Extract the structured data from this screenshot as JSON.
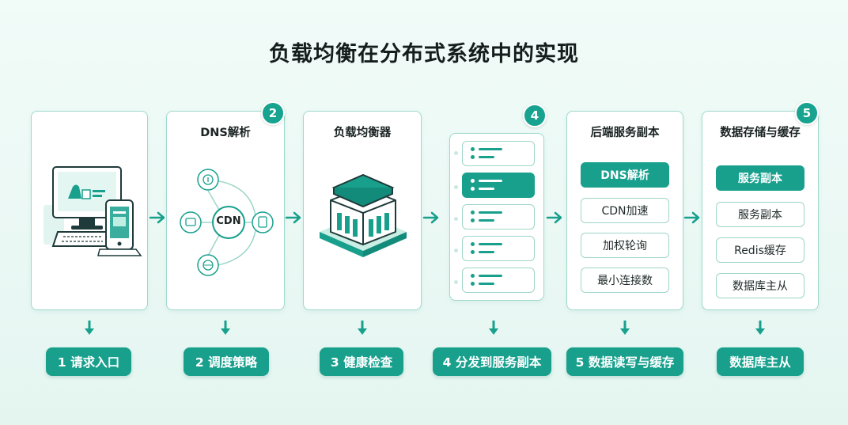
{
  "title": "负载均衡在分布式系统中的实现",
  "cards": [
    {
      "title": ""
    },
    {
      "title": "DNS解析",
      "badge": "2"
    },
    {
      "title": "负载均衡器"
    },
    {
      "title": "",
      "badge": "4"
    },
    {
      "title": "后端服务副本"
    },
    {
      "title": "数据存储与缓存",
      "badge": "5"
    }
  ],
  "dns": {
    "center": "CDN"
  },
  "backend_options": [
    "DNS解析",
    "CDN加速",
    "加权轮询",
    "最小连接数"
  ],
  "storage_options": [
    "服务副本",
    "服务副本",
    "Redis缓存",
    "数据库主从"
  ],
  "steps": [
    "1 请求入口",
    "2 调度策略",
    "3 健康检查",
    "4 分发到服务副本",
    "5 数据读写与缓存",
    "数据库主从"
  ],
  "colors": {
    "accent": "#18a08d",
    "border": "#9fd9cc",
    "background": "#eef9f6"
  }
}
